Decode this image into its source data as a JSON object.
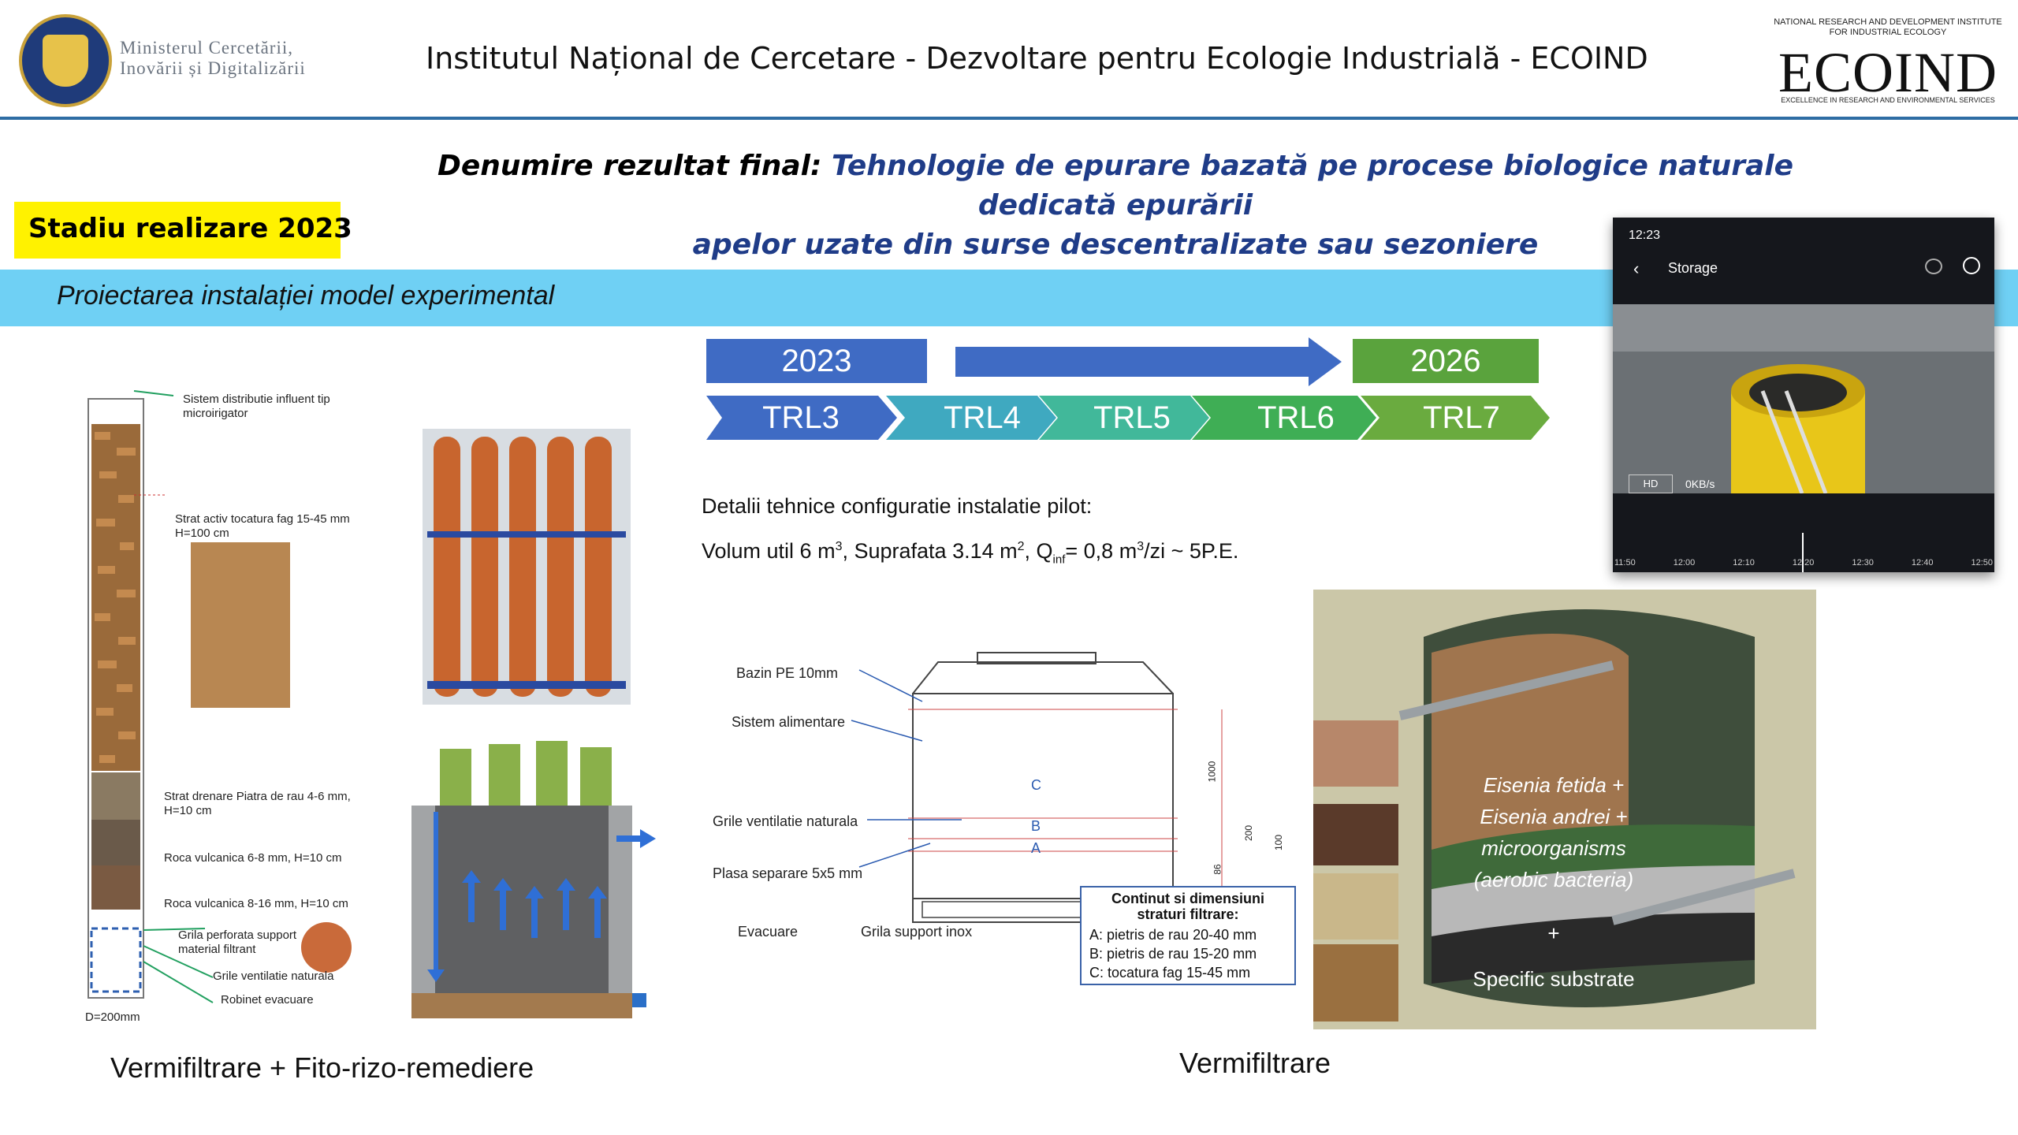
{
  "header": {
    "ministry_line1": "Ministerul Cercetării,",
    "ministry_line2": "Inovării și Digitalizării",
    "institute_title": "Institutul Național de Cercetare - Dezvoltare pentru Ecologie Industrială - ECOIND",
    "ecoind_top_line1": "NATIONAL RESEARCH AND DEVELOPMENT INSTITUTE",
    "ecoind_top_line2": "FOR INDUSTRIAL ECOLOGY",
    "ecoind_name": "ECOIND",
    "ecoind_tagline": "EXCELLENCE IN RESEARCH AND ENVIRONMENTAL SERVICES"
  },
  "result": {
    "label": "Denumire rezultat final: ",
    "title_line1": "Tehnologie de epurare bazată pe procese biologice naturale dedicată epurării",
    "title_line2": "apelor uzate din surse descentralizate sau sezoniere"
  },
  "status_badge": "Stadiu realizare 2023",
  "section_title": "Proiectarea instalației model experimental",
  "timeline": {
    "year_start": "2023",
    "year_end": "2026",
    "trl": [
      "TRL3",
      "TRL4",
      "TRL5",
      "TRL6",
      "TRL7"
    ]
  },
  "tech": {
    "heading": "Detalii tehnice configuratie instalatie pilot:",
    "volume": "Volum util 6 m",
    "sup3a": "3",
    "surface": ", Suprafata 3.14 m",
    "sup2": "2",
    "q_prefix": ", Q",
    "q_sub": "inf",
    "q_value": "= 0,8 m",
    "sup3b": "3",
    "q_suffix": "/zi ~ 5P.E."
  },
  "column_diagram": {
    "label_distribution": "Sistem distributie influent tip microirigator",
    "label_active": "Strat activ tocatura fag 15-45 mm H=100 cm",
    "label_drainage": "Strat drenare Piatra de rau 4-6 mm, H=10 cm",
    "label_volcanic1": "Roca vulcanica 6-8 mm, H=10 cm",
    "label_volcanic2": "Roca vulcanica 8-16 mm, H=10 cm",
    "label_grid": "Grila perforata support material filtrant",
    "label_vent": "Grile ventilatie naturala",
    "label_tap": "Robinet evacuare",
    "label_diameter": "D=200mm"
  },
  "caption_left": "Vermifiltrare  + Fito-rizo-remediere",
  "schematic": {
    "tank": "Bazin PE 10mm",
    "feed": "Sistem alimentare",
    "vent": "Grile ventilatie naturala",
    "mesh": "Plasa separare 5x5 mm",
    "outlet": "Evacuare",
    "support": "Grila support inox",
    "layer_c": "C",
    "layer_b": "B",
    "layer_a": "A",
    "dim_1000": "1000",
    "dim_200": "200",
    "dim_86": "86",
    "dim_100": "100",
    "box_title_1": "Continut si dimensiuni",
    "box_title_2": "straturi filtrare:",
    "box_a": "A: pietris de rau 20-40 mm",
    "box_b": "B: pietris de rau 15-20 mm",
    "box_c": "C: tocatura fag 15-45 mm"
  },
  "phone": {
    "status": "12:23",
    "title": "Storage",
    "hd": "HD",
    "speed": "0KB/s",
    "times": [
      "11:50",
      "12:00",
      "12:10",
      "12:20",
      "12:30",
      "12:40",
      "12:50"
    ]
  },
  "render": {
    "line1": "Eisenia fetida +",
    "line2": "Eisenia andrei +",
    "line3": "microorganisms",
    "line4": "(aerobic bacteria)",
    "plus": "+",
    "substrate": "Specific substrate"
  },
  "caption_right": "Vermifiltrare",
  "colors": {
    "header_rule": "#2e6da4",
    "band": "#6fd0f4",
    "badge": "#fff200",
    "title_blue": "#1f3c88",
    "year_start": "#3f6bc4",
    "year_end": "#5aa33d",
    "trl": [
      "#3f6bc4",
      "#3fa9c0",
      "#41b89a",
      "#3fae55",
      "#6aab3f"
    ]
  }
}
